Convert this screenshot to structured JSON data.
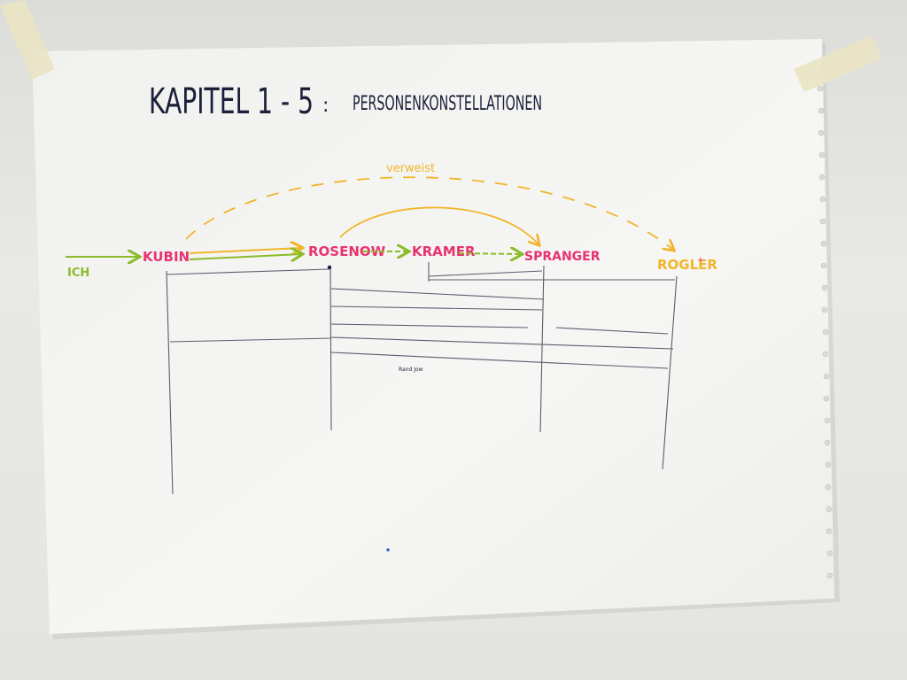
{
  "title": {
    "chapter": "KAPITEL 1 - 5",
    "separator": ":",
    "subject": "PERSONENKONSTELLATIONEN"
  },
  "people": {
    "ich": "ICH",
    "kubin": "KUBIN",
    "rosenow": "ROSENOW",
    "kramer": "KRAMER",
    "spranger": "SPRANGER",
    "rogler": "ROGLER",
    "rogler_mark": "+"
  },
  "annotations": {
    "verweist": "verweist",
    "small_note": "Rand Jow"
  },
  "colors": {
    "paper": "#f4f4f2",
    "tape": "#e9e4c4",
    "ink_dark": "#1c1f3a",
    "ink_line": "#5a5d6e",
    "magenta": "#e8336f",
    "yellow": "#f2b52a",
    "green": "#8cbb2a",
    "blue_dot": "#2c6fd1"
  }
}
